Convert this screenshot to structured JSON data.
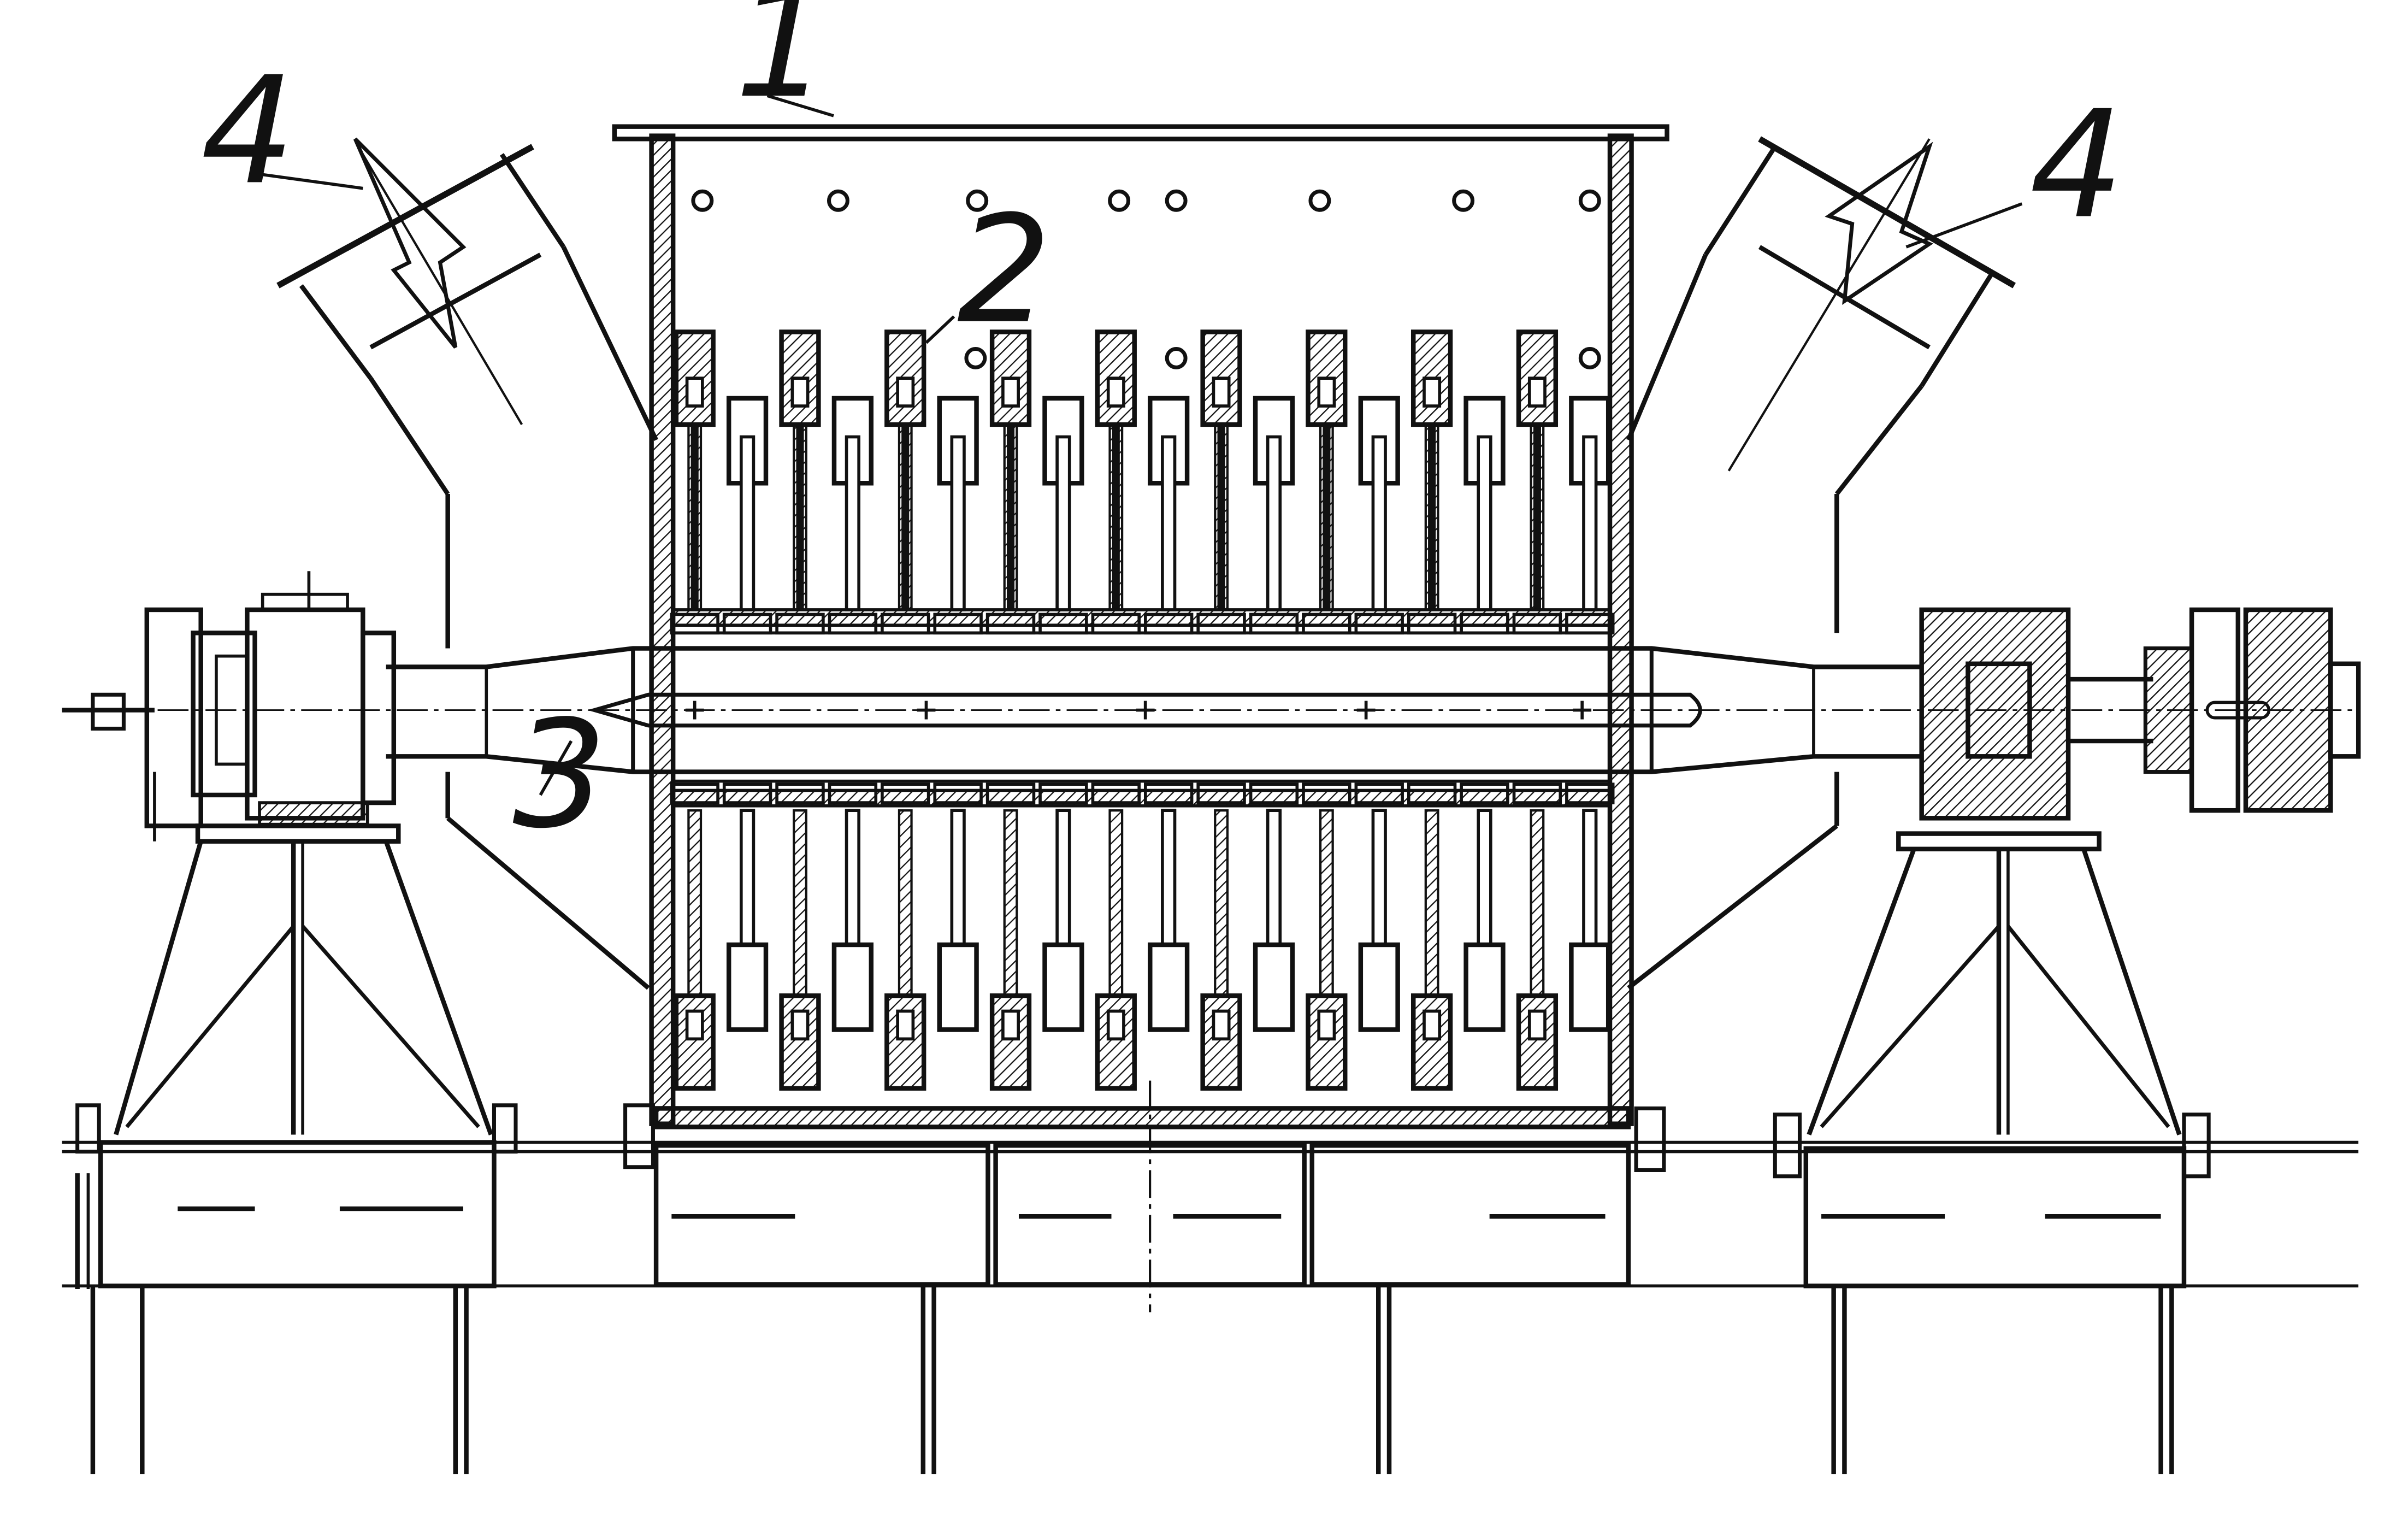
{
  "labels": {
    "casing": "1",
    "hammer": "2",
    "shaft": "3",
    "inlet_left": "4",
    "inlet_right": "4"
  },
  "colors": {
    "ink": "#111111",
    "paper": "#ffffff"
  },
  "rotor": {
    "upper_hammer_rows": 18,
    "lower_hammer_rows": 18
  }
}
